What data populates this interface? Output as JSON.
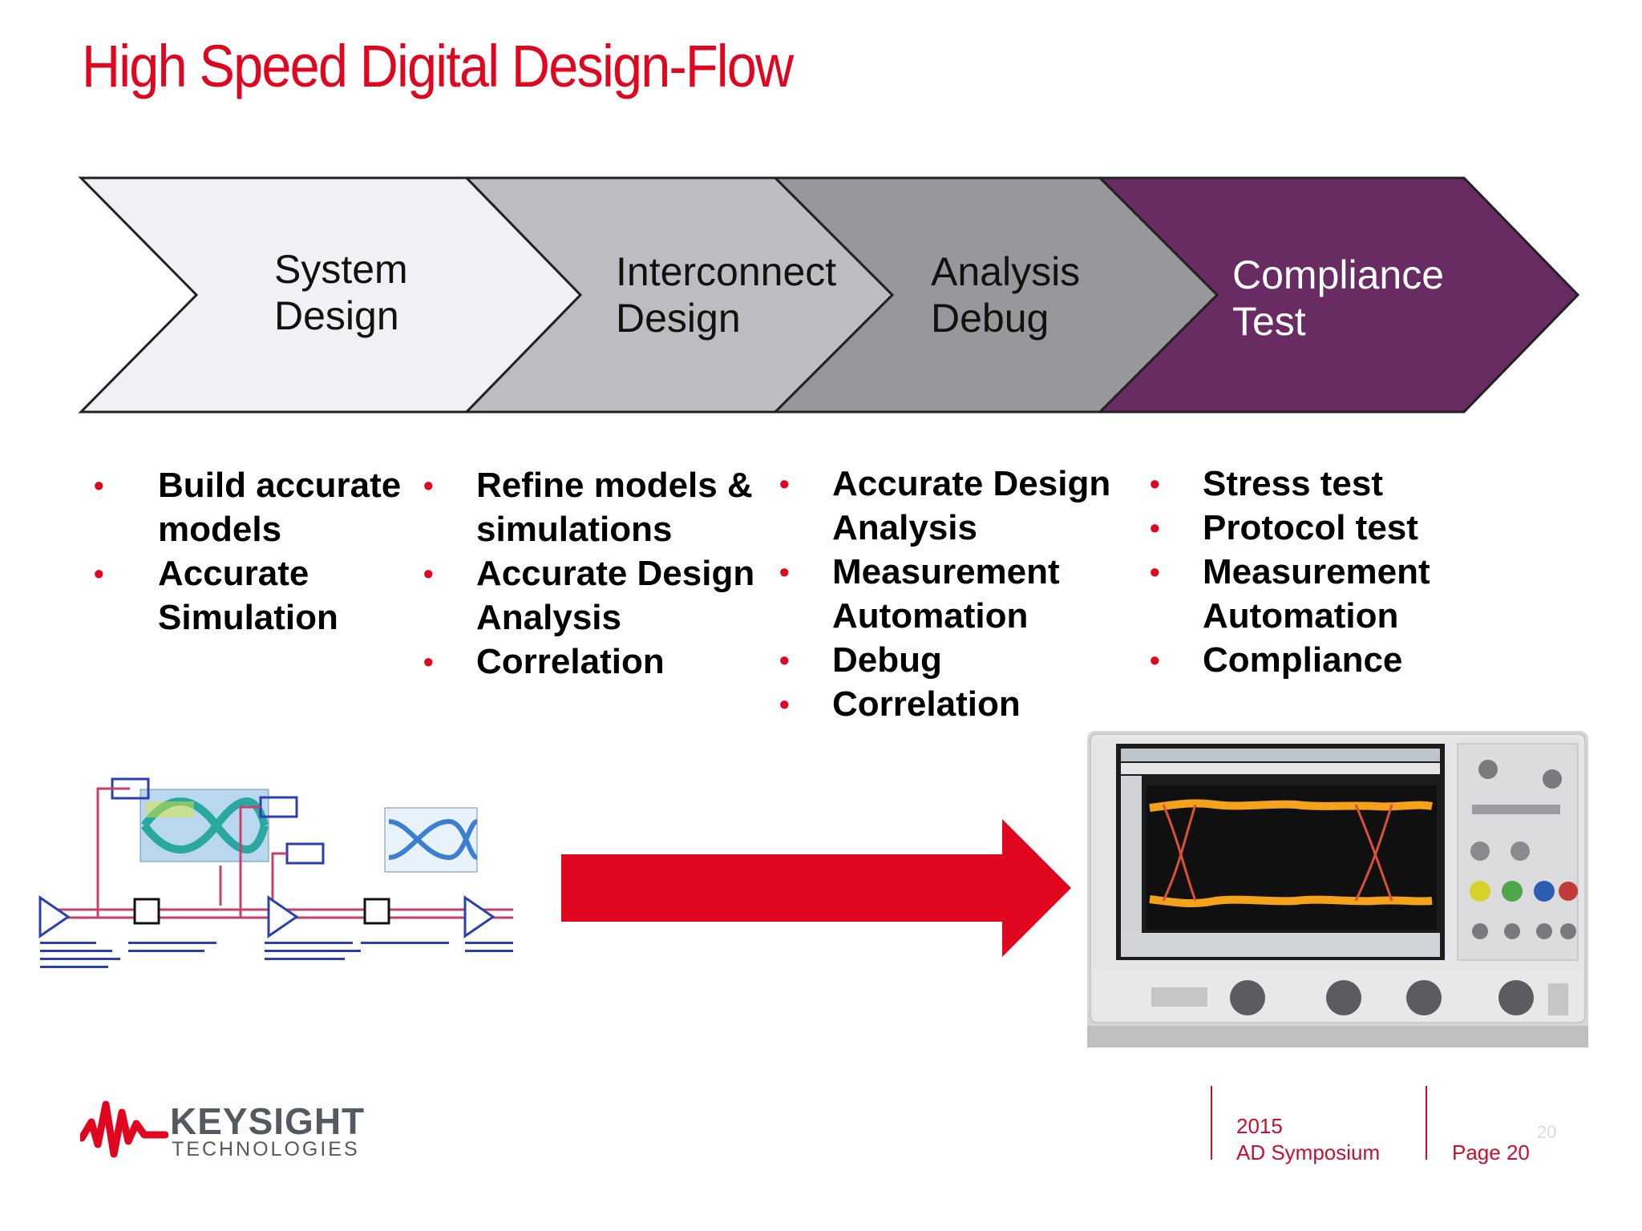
{
  "slide": {
    "title": "High Speed Digital Design-Flow"
  },
  "flow": {
    "steps": [
      {
        "line1": "System",
        "line2": "Design"
      },
      {
        "line1": "Interconnect",
        "line2": "Design"
      },
      {
        "line1": "Analysis",
        "line2": "Debug"
      },
      {
        "line1": "Compliance",
        "line2": "Test"
      }
    ],
    "colors": [
      "#f1f0f5",
      "#bdbcc1",
      "#98979c",
      "#682b62"
    ]
  },
  "columns": [
    {
      "items": [
        "Build accurate models",
        "Accurate Simulation"
      ]
    },
    {
      "items": [
        "Refine models & simulations",
        "Accurate Design Analysis",
        "Correlation"
      ]
    },
    {
      "items": [
        "Accurate Design Analysis",
        "Measurement Automation",
        "Debug",
        "Correlation"
      ]
    },
    {
      "items": [
        "Stress test",
        "Protocol test",
        "Measurement Automation",
        "Compliance"
      ]
    }
  ],
  "images": {
    "schematic": "schematic-image",
    "oscilloscope": "oscilloscope-image",
    "arrow": "arrow-right-icon"
  },
  "footer": {
    "brand": "KEYSIGHT",
    "brand_sub": "TECHNOLOGIES",
    "year": "2015",
    "event": "AD Symposium",
    "page_label": "Page 20",
    "page_number": "20"
  }
}
